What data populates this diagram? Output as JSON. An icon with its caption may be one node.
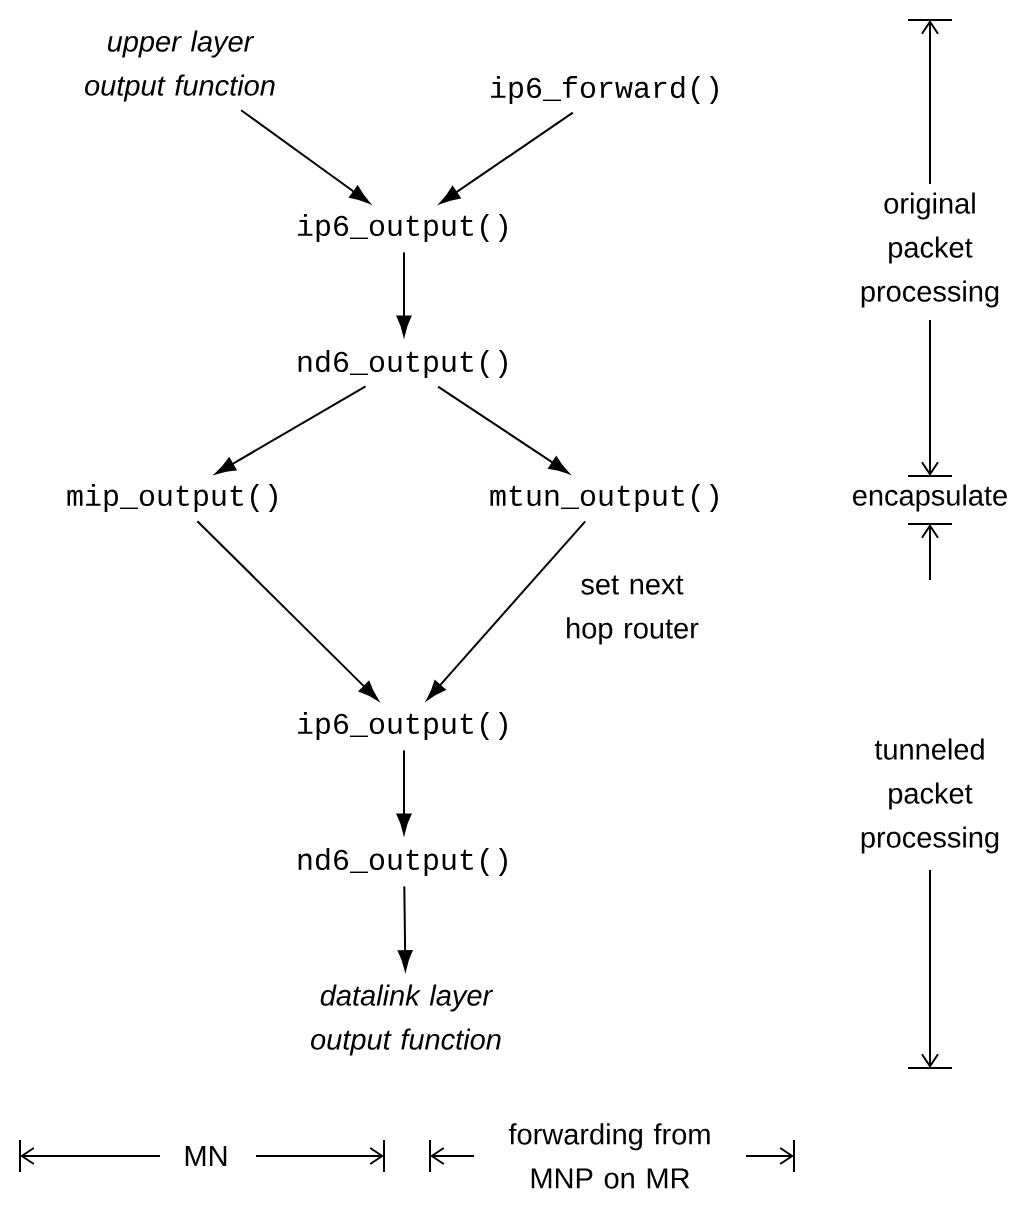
{
  "diagram": {
    "nodes": [
      {
        "text": [
          "upper layer output function"
        ]
      },
      {
        "text": [
          "ip6_forward()"
        ]
      },
      {
        "text": [
          "ip6_output()"
        ]
      },
      {
        "text": [
          "nd6_output()"
        ]
      },
      {
        "text": [
          "mip_output()"
        ]
      },
      {
        "text": [
          "mtun_output()"
        ]
      },
      {
        "text": [
          "ip6_output()"
        ]
      },
      {
        "text": [
          "nd6_output()"
        ]
      },
      {
        "text": [
          "datalink layer output function"
        ]
      }
    ],
    "edges": [
      {
        "from": 0,
        "to": 2,
        "arrow": "to"
      },
      {
        "from": 1,
        "to": 2,
        "arrow": "to"
      },
      {
        "from": 2,
        "to": 3,
        "arrow": "to"
      },
      {
        "from": 3,
        "to": 4,
        "arrow": "to"
      },
      {
        "from": 3,
        "to": 5,
        "arrow": "to"
      },
      {
        "from": 4,
        "to": 6,
        "arrow": "to"
      },
      {
        "from": 5,
        "to": 6,
        "arrow": "to",
        "label": "set next hop router"
      },
      {
        "from": 6,
        "to": 7,
        "arrow": "to"
      },
      {
        "from": 7,
        "to": 8,
        "arrow": "to"
      }
    ],
    "labels": [
      "original packet processing",
      "encapsulate",
      "tunneled packet processing",
      "MN",
      "forwarding from MNP on MR"
    ]
  }
}
